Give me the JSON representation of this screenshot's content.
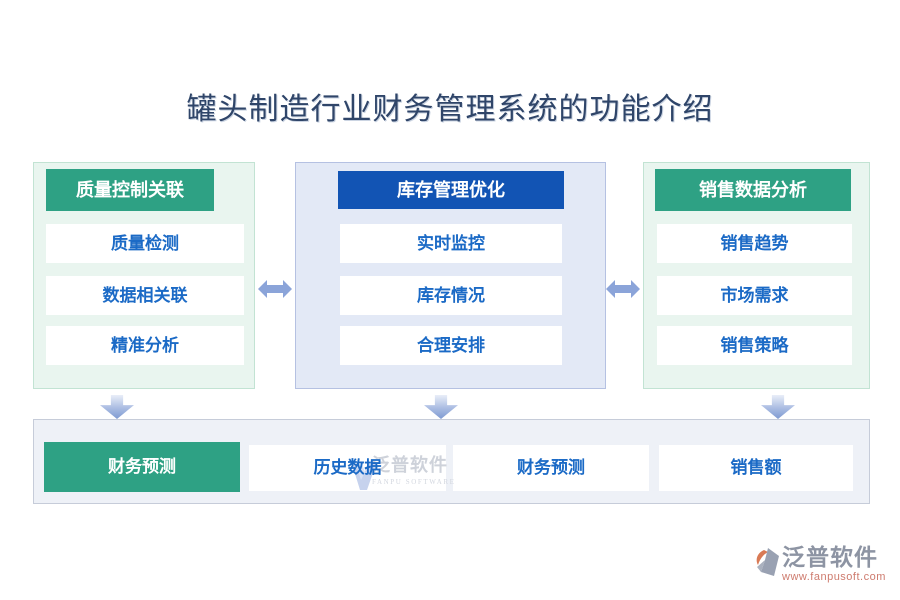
{
  "page": {
    "title": "罐头制造行业财务管理系统的功能介绍"
  },
  "columns": [
    {
      "header": "质量控制关联",
      "items": [
        "质量检测",
        "数据相关联",
        "精准分析"
      ]
    },
    {
      "header": "库存管理优化",
      "items": [
        "实时监控",
        "库存情况",
        "合理安排"
      ]
    },
    {
      "header": "销售数据分析",
      "items": [
        "销售趋势",
        "市场需求",
        "销售策略"
      ]
    }
  ],
  "bottom_bar": {
    "items": [
      {
        "label": "财务预测"
      },
      {
        "label": "历史数据"
      },
      {
        "label": "财务预测"
      },
      {
        "label": "销售额"
      }
    ]
  },
  "watermarks": {
    "center": {
      "brand": "泛普软件",
      "brand_en": "FANPU SOFTWARE"
    },
    "corner": {
      "brand": "泛普软件",
      "url": "www.fanpusoft.com"
    }
  },
  "colors": {
    "green_accent": "#2ea184",
    "blue_accent": "#1254b4",
    "item_text_blue": "#1b6ac6",
    "title_navy": "#2f4569",
    "arrow_blue": "#8ba4d9",
    "green_panel_bg": "#e9f5ef",
    "blue_panel_bg": "#e3e9f6",
    "bottom_bar_bg": "#eef1f7",
    "watermark_orange": "#d97a55"
  }
}
